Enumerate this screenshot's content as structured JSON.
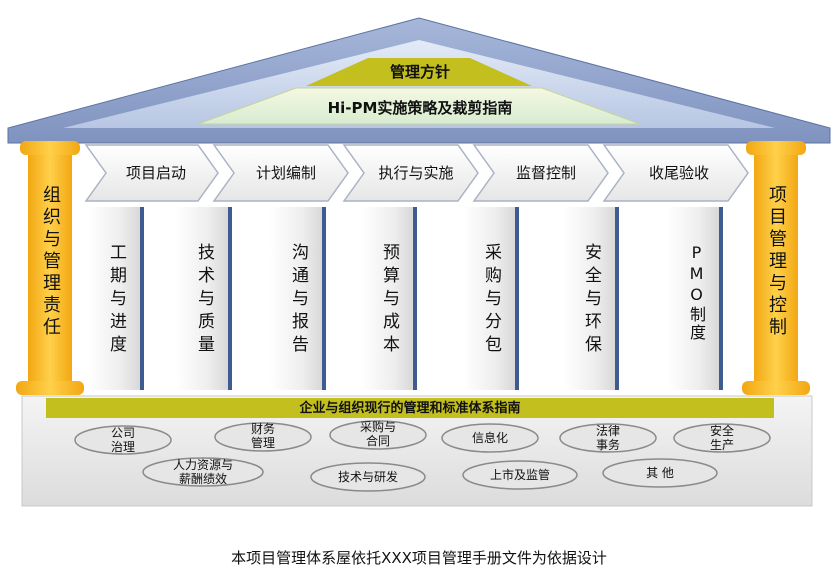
{
  "roof": {
    "title": "管理方针",
    "subtitle": "Hi-PM实施策略及裁剪指南"
  },
  "left_column": "组织与管理责任",
  "right_column": "项目管理与控制",
  "phases": [
    "项目启动",
    "计划编制",
    "执行与实施",
    "监督控制",
    "收尾验收"
  ],
  "pillars": [
    "工期与进度",
    "技术与质量",
    "沟通与报告",
    "预算与成本",
    "采购与分包",
    "安全与环保",
    "PMO制度"
  ],
  "foundation": {
    "title": "企业与组织现行的管理和标准体系指南",
    "items": [
      "公司\n治理",
      "财务\n管理",
      "采购与\n合同",
      "信息化",
      "法律\n事务",
      "安全\n生产",
      "人力资源与\n薪酬绩效",
      "技术与研发",
      "上市及监管",
      "其 他"
    ]
  },
  "caption": "本项目管理体系屋依托XXX项目管理手册文件为依据设计",
  "colors": {
    "roof_outer": "#8a9bc2",
    "roof_inner": "#b9c8e6",
    "gold": "#f6b71a",
    "olive": "#c2bf1e",
    "pillar": "#ececec",
    "pillar_edge": "#3f5c92",
    "oval_fill": "#e6e6e6"
  }
}
